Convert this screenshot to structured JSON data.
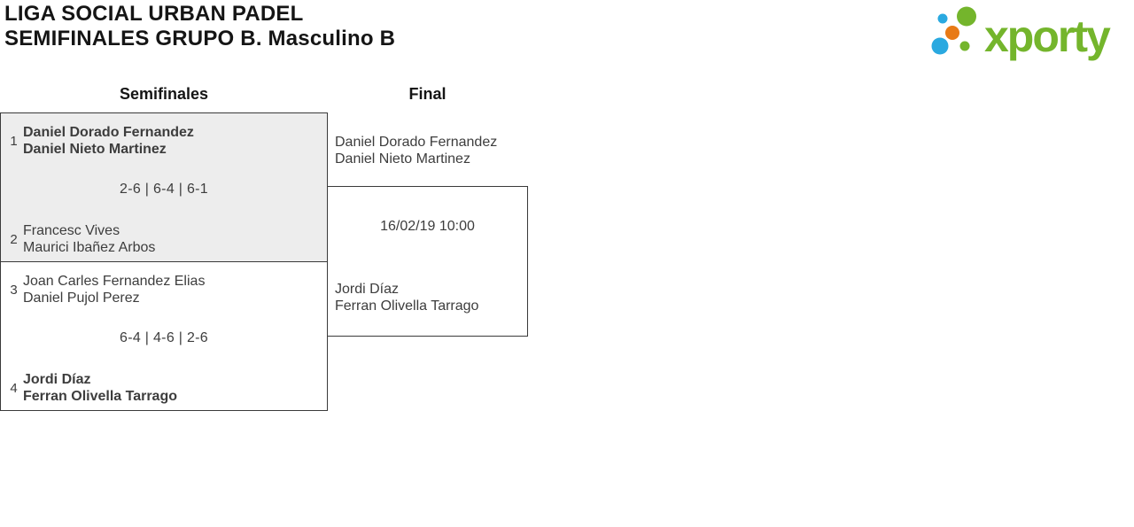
{
  "header": {
    "title_line1": "LIGA SOCIAL URBAN PADEL",
    "title_line2": "SEMIFINALES GRUPO B. Masculino B"
  },
  "logo": {
    "brand": "xporty",
    "colors": {
      "green": "#74b52c",
      "blue": "#2aa9e0",
      "orange": "#e87a16"
    }
  },
  "columns": {
    "semifinals_label": "Semifinales",
    "final_label": "Final"
  },
  "bracket": {
    "semifinal1": {
      "seed1": "1",
      "team1": {
        "player1": "Daniel Dorado Fernandez",
        "player2": "Daniel Nieto Martinez",
        "winner": true
      },
      "score": "2-6 | 6-4 | 6-1",
      "seed2": "2",
      "team2": {
        "player1": "Francesc Vives",
        "player2": "Maurici Ibañez Arbos",
        "winner": false
      }
    },
    "semifinal2": {
      "seed1": "3",
      "team1": {
        "player1": "Joan Carles Fernandez Elias",
        "player2": "Daniel Pujol Perez",
        "winner": false
      },
      "score": "6-4 | 4-6 | 2-6",
      "seed2": "4",
      "team2": {
        "player1": "Jordi Díaz",
        "player2": "Ferran Olivella Tarrago",
        "winner": true
      }
    },
    "final": {
      "team1": {
        "player1": "Daniel Dorado Fernandez",
        "player2": "Daniel Nieto Martinez"
      },
      "schedule": "16/02/19 10:00",
      "team2": {
        "player1": "Jordi Díaz",
        "player2": "Ferran Olivella Tarrago"
      }
    }
  },
  "theme": {
    "box_border": "#3a3a3a",
    "winner_box_fill": "#ededed",
    "text_color": "#3d3d3d"
  }
}
